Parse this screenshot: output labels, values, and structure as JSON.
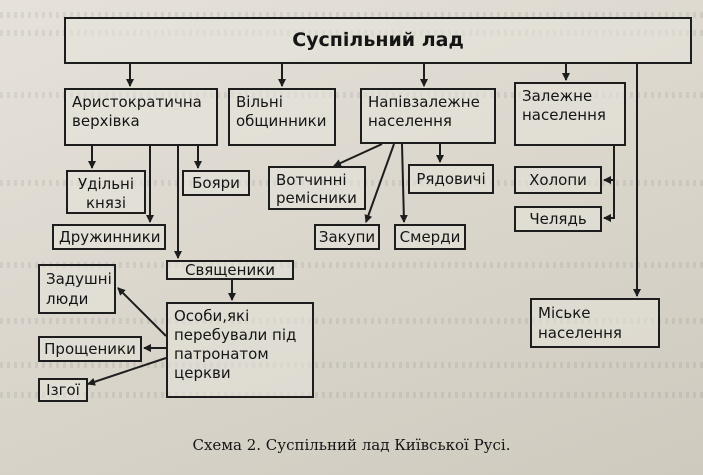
{
  "diagram": {
    "title": "Суспільний лад",
    "nodes": {
      "aristocracy": "Аристократична\nверхівка",
      "free": "Вільні\nобщинники",
      "semi_dependent": "Напівзалежне\nнаселення",
      "dependent": "Залежне\nнаселення",
      "appanage_princes": "Удільні\nкнязі",
      "boyars": "Бояри",
      "druzhinniki": "Дружинники",
      "votchinni": "Вотчинні\nремісники",
      "ryadovychi": "Рядовичі",
      "zakupy": "Закупи",
      "smerdy": "Смерди",
      "kholopy": "Холопи",
      "chelyad": "Челядь",
      "clergy": "Священики",
      "church_patronage": "Особи,які\nперебували під\nпатронатом\nцеркви",
      "zadushni": "Задушні\nлюди",
      "proshcheniky": "Прощеники",
      "izgoi": "Ізгої",
      "urban": "Міське\nнаселення"
    },
    "caption": "Схема 2. Суспільний лад Київської Русі."
  },
  "colors": {
    "ink": "#1d1d1d",
    "paper": "#dcd8cf"
  }
}
